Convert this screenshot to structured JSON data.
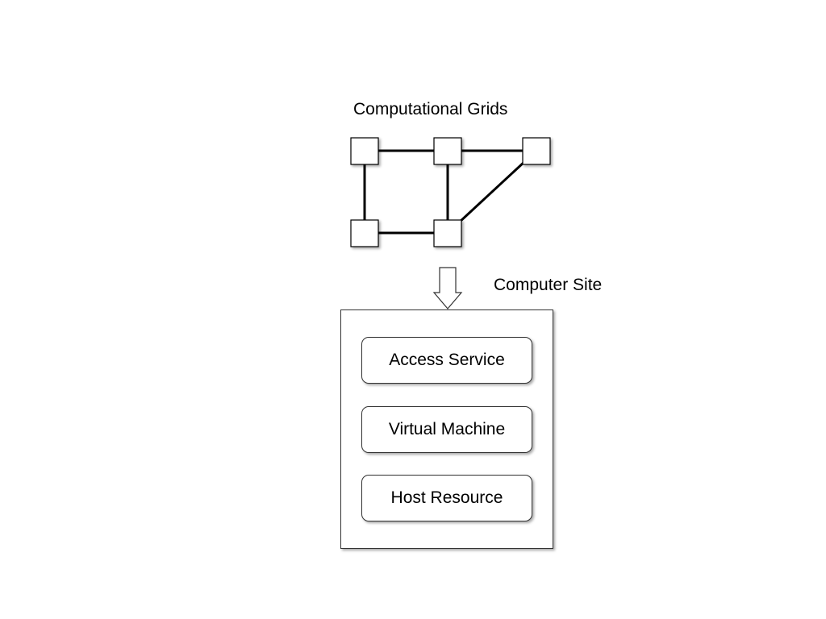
{
  "diagram": {
    "grid_title": "Computational Grids",
    "site_title": "Computer Site",
    "layers": [
      {
        "label": "Access Service"
      },
      {
        "label": "Virtual Machine"
      },
      {
        "label": "Host Resource"
      }
    ],
    "grid_nodes": [
      "node-1",
      "node-2",
      "node-3",
      "node-4",
      "node-5"
    ],
    "grid_links": [
      [
        "node-1",
        "node-2"
      ],
      [
        "node-2",
        "node-3"
      ],
      [
        "node-1",
        "node-4"
      ],
      [
        "node-2",
        "node-5"
      ],
      [
        "node-4",
        "node-5"
      ],
      [
        "node-3",
        "node-5"
      ]
    ],
    "colors": {
      "stroke": "#000000",
      "fill": "#ffffff",
      "shadow": "#999999"
    }
  }
}
